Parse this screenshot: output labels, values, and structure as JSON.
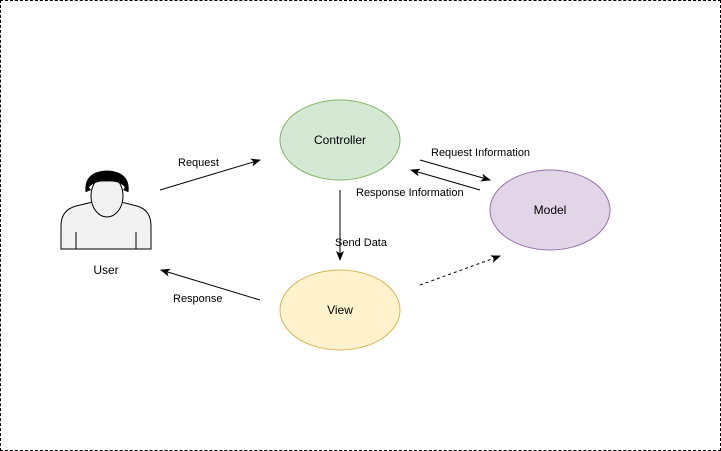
{
  "nodes": {
    "controller": {
      "label": "Controller",
      "fill": "#d5e8d4",
      "stroke": "#82b366"
    },
    "model": {
      "label": "Model",
      "fill": "#e1d5e7",
      "stroke": "#9673a6"
    },
    "view": {
      "label": "View",
      "fill": "#fff2cc",
      "stroke": "#d6b656"
    },
    "user": {
      "label": "User"
    }
  },
  "edges": {
    "request": "Request",
    "response": "Response",
    "send_data": "Send Data",
    "request_information": "Request Information",
    "response_information": "Response Information"
  },
  "icons": {
    "user": "user-icon"
  }
}
